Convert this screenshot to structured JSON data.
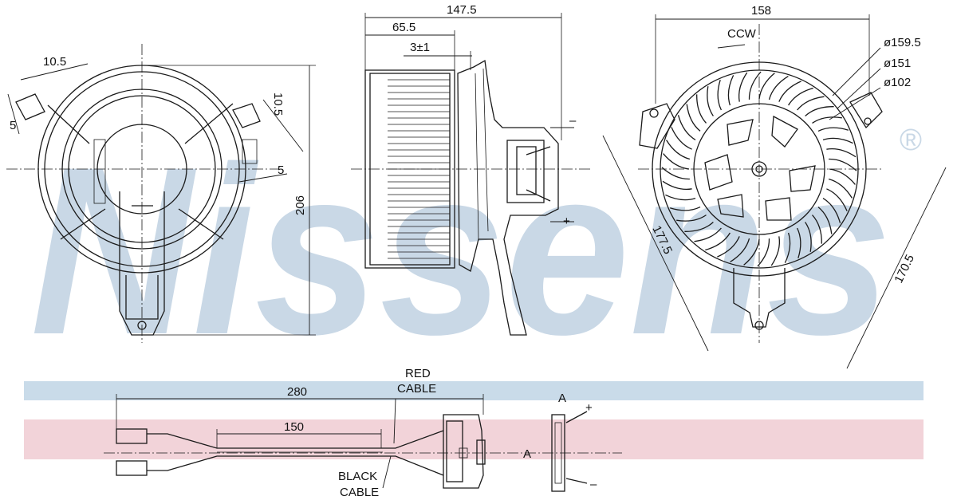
{
  "brand": {
    "watermark": "Nissens",
    "registered_mark": "®",
    "band_colors": {
      "blue": "#c9dbe9",
      "pink": "#f2d3d9"
    }
  },
  "front_view": {
    "dim_tab_width": "10.5",
    "dim_tab_height": "5",
    "dim_right_top": "10.5",
    "dim_right_offset": "5",
    "dim_height": "206"
  },
  "side_view": {
    "dim_total": "147.5",
    "dim_wheel": "65.5",
    "dim_gap": "3±1",
    "terminal_neg": "–",
    "terminal_pos": "+"
  },
  "rear_view": {
    "dim_width": "158",
    "rotation": "CCW",
    "dia_outer": "ø159.5",
    "dia_mid": "ø151",
    "dia_hub": "ø102",
    "dim_diag_left": "177.5",
    "dim_diag_right": "170.5"
  },
  "cable_view": {
    "dim_length": "280",
    "dim_split": "150",
    "red_cable": [
      "RED",
      "CABLE"
    ],
    "black_cable": [
      "BLACK",
      "CABLE"
    ],
    "section_marker": "A",
    "terminal_pos": "+",
    "terminal_neg": "–"
  }
}
